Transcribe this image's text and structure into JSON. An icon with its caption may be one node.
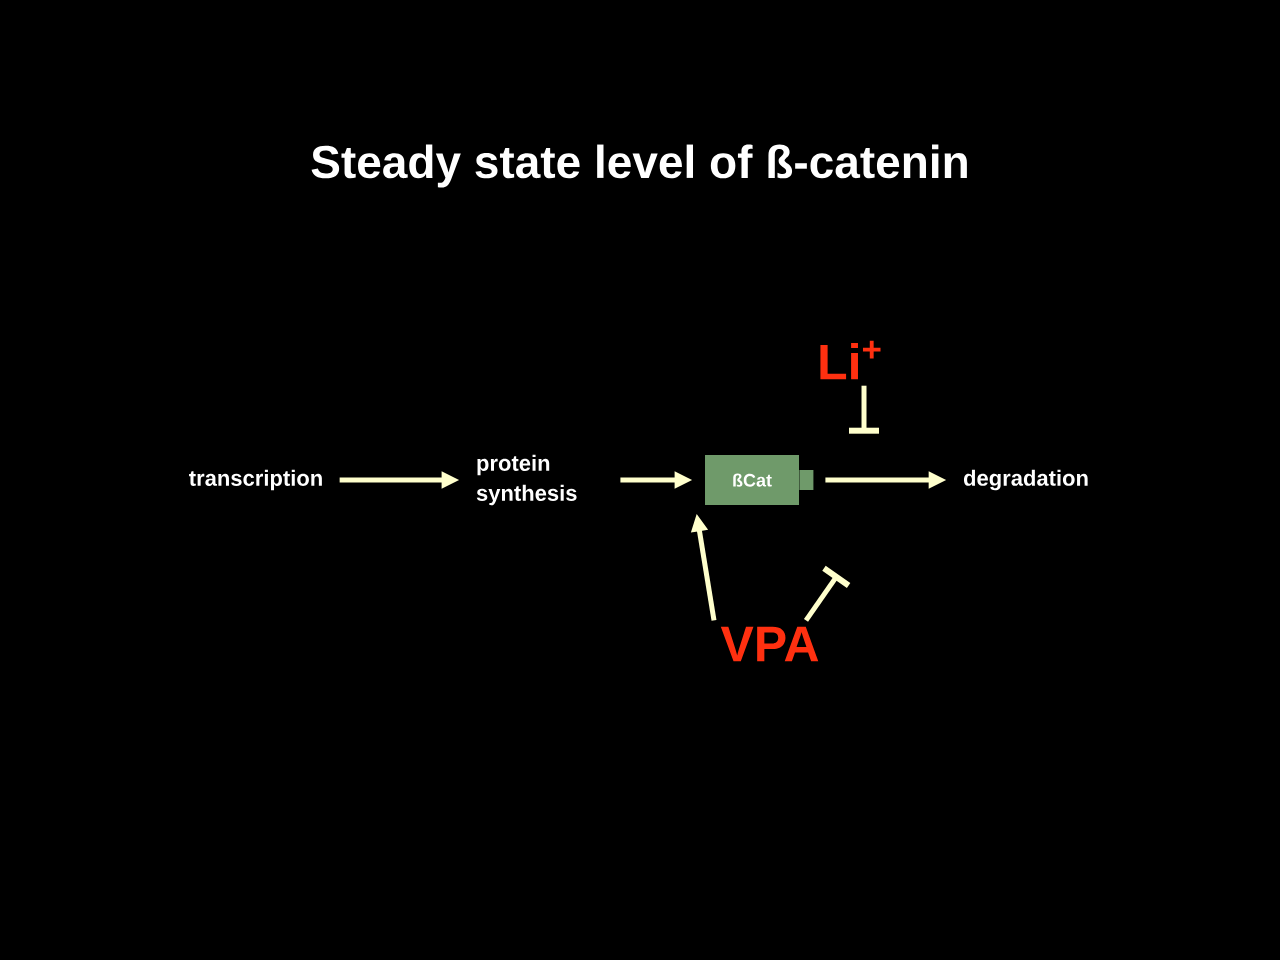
{
  "diagram": {
    "title": "Steady state level of ß-catenin",
    "nodes": [
      {
        "text": [
          "transcription"
        ]
      },
      {
        "text": [
          "protein synthesis"
        ]
      },
      {
        "text": [
          "ßCat"
        ]
      },
      {
        "text": [
          "degradation"
        ]
      },
      {
        "text": [
          "Li$^{+}$"
        ]
      },
      {
        "text": [
          "VPA"
        ]
      }
    ],
    "edges": [
      {
        "from": 0,
        "to": 1,
        "arrow": "to"
      },
      {
        "from": 1,
        "to": 2,
        "arrow": "to"
      },
      {
        "from": 2,
        "to": 3,
        "arrow": "to"
      },
      {
        "from": 4,
        "to": null,
        "arrow": "other",
        "color": "#ffffcc"
      },
      {
        "from": 5,
        "to": 2,
        "arrow": "to"
      },
      {
        "from": 5,
        "to": null,
        "arrow": "other"
      }
    ]
  }
}
